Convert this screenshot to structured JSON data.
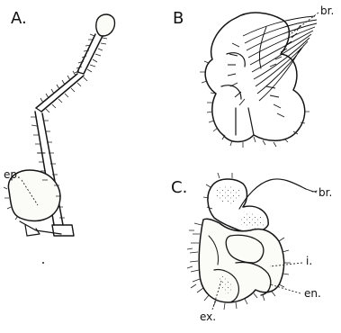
{
  "panels": {
    "a": {
      "label": "A.",
      "parts": {
        "ep": "ep."
      }
    },
    "b": {
      "label": "B",
      "parts": {
        "br": "br."
      }
    },
    "c": {
      "label": "C.",
      "parts": {
        "br": "br.",
        "i": "i.",
        "en": "en.",
        "ex": "ex."
      }
    }
  }
}
